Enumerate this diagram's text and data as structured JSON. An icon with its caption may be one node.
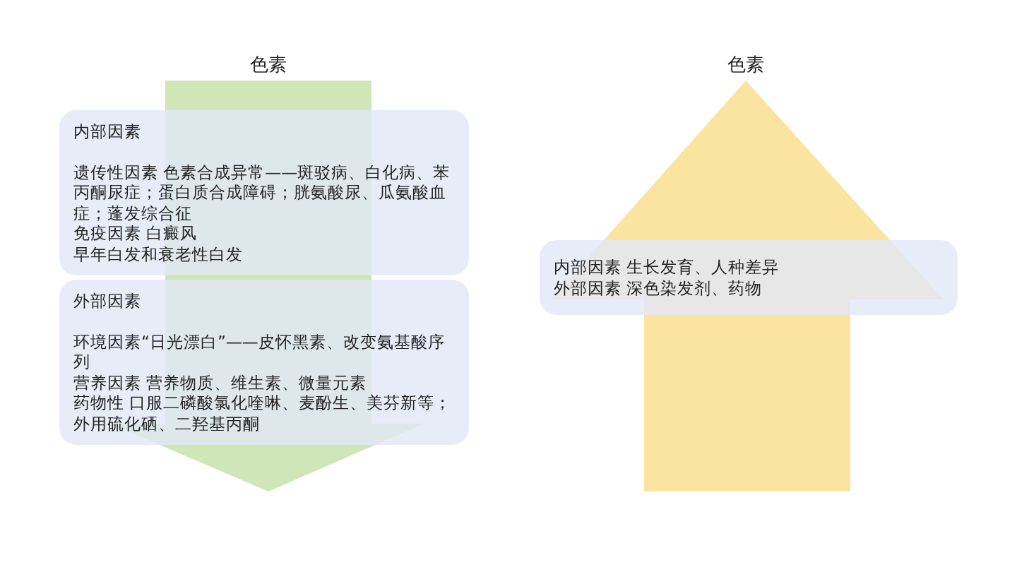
{
  "diagram": {
    "nodes": [
      {
        "text": [
          "内部因素",
          "遗传性因素 色素合成异常——斑驳病、白化病、苯丙酮尿症；蛋白质合成障碍；胱氨酸尿、瓜氨酸血症；蓬发综合征",
          "免疫因素 白癜风",
          "早年白发和衰老性白发"
        ]
      },
      {
        "text": [
          "外部因素",
          "环境因素“日光漂白”——皮怀黑素、改变氨基酸序列",
          "营养因素 营养物质、维生素、微量元素",
          "药物性 口服二磷酸氯化喹啉、麦酚生、美芬新等；外用硫化硒、二羟基丙酮"
        ]
      },
      {
        "text": [
          "内部因素 生长发育、人种差异",
          "外部因素 深色染发剂、药物"
        ]
      }
    ],
    "labels": [
      "色素",
      "色素"
    ]
  }
}
